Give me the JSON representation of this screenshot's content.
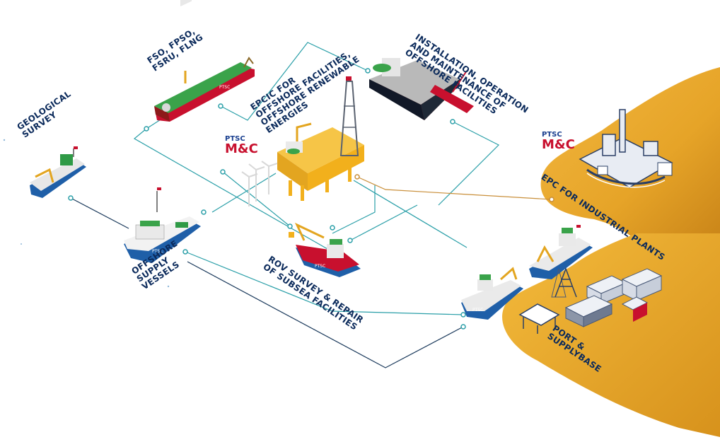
{
  "labels": {
    "geological": [
      "GEOLOGICAL",
      "SURVEY"
    ],
    "fso": [
      "FSO, FPSO,",
      "FSRU, FLNG"
    ],
    "epcic": [
      "EPCIC FOR",
      "OFFSHORE FACILITIES,",
      "OFFSHORE RENEWABLE",
      "ENERGIES"
    ],
    "installation": [
      "INSTALLATION, OPERATION",
      "AND MAINTENANCE OF",
      "OFFSHORE FACILITIES"
    ],
    "epc_plants": [
      "EPC FOR INDUSTRIAL PLANTS"
    ],
    "supply": [
      "OFFSHORE",
      "SUPPLY",
      "VESSELS"
    ],
    "rov": [
      "ROV SURVEY & REPAIR",
      "OF SUBSEA FACILITIES"
    ],
    "port": [
      "PORT &",
      "SUPPLYBASE"
    ]
  },
  "brand": {
    "line1": "PTSC",
    "line2": "M&C"
  },
  "hull_text": "PTSC",
  "colors": {
    "line": "#2a9fa8",
    "line_dark": "#1b3a5c",
    "land": "#e6a428",
    "land_dark": "#c5851a",
    "label": "#0b2a5b",
    "hull": "#1f5fa8",
    "deck_green": "#2f9a46",
    "platform_yellow": "#f2b01c",
    "brand_red": "#c8102e"
  }
}
